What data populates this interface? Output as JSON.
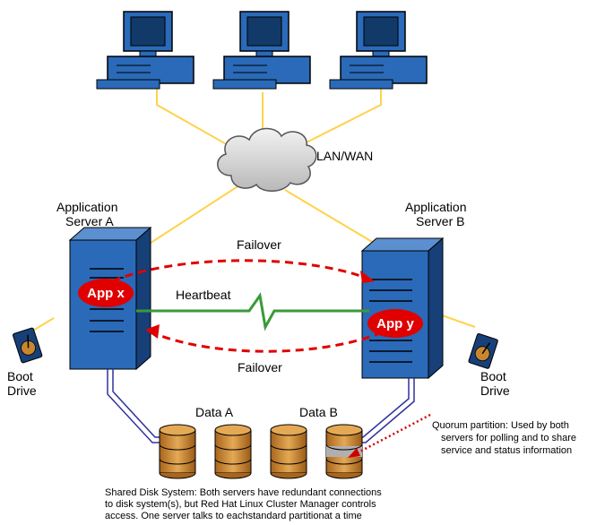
{
  "labels": {
    "lan_wan": "LAN/WAN",
    "server_a": [
      "Application",
      "Server A"
    ],
    "server_b": [
      "Application",
      "Server B"
    ],
    "failover_top": "Failover",
    "failover_bottom": "Failover",
    "heartbeat": "Heartbeat",
    "app_x": "App x",
    "app_y": "App y",
    "boot_drive_left": [
      "Boot",
      "Drive"
    ],
    "boot_drive_right": [
      "Boot",
      "Drive"
    ],
    "data_a": "Data A",
    "data_b": "Data B",
    "quorum_note": [
      "Quorum partition: Used by both",
      "servers for polling and to share",
      "service and status information"
    ],
    "shared_disk_note": [
      "Shared Disk System: Both  servers have redundant connections",
      "to disk system(s), but Red Hat Linux Cluster Manager controls",
      "access. One server talks to eachstandard partitionat a time"
    ]
  },
  "colors": {
    "server_blue": "#2a6ab8",
    "monitor_blue": "#2a6ab8",
    "lan_line": "#ffd24a",
    "heartbeat_green": "#3a9a3a",
    "failover_red": "#e00000",
    "app_pill_red": "#e00000",
    "disk_tan": "#c8872e",
    "disk_gray": "#b0b0b0",
    "disk_cable": "#3030a0",
    "quorum_dotted": "#d00000"
  },
  "icons": [
    "desktop-computer-icon",
    "cloud-icon",
    "server-tower-icon",
    "disk-drive-icon",
    "disk-cylinder-icon"
  ]
}
